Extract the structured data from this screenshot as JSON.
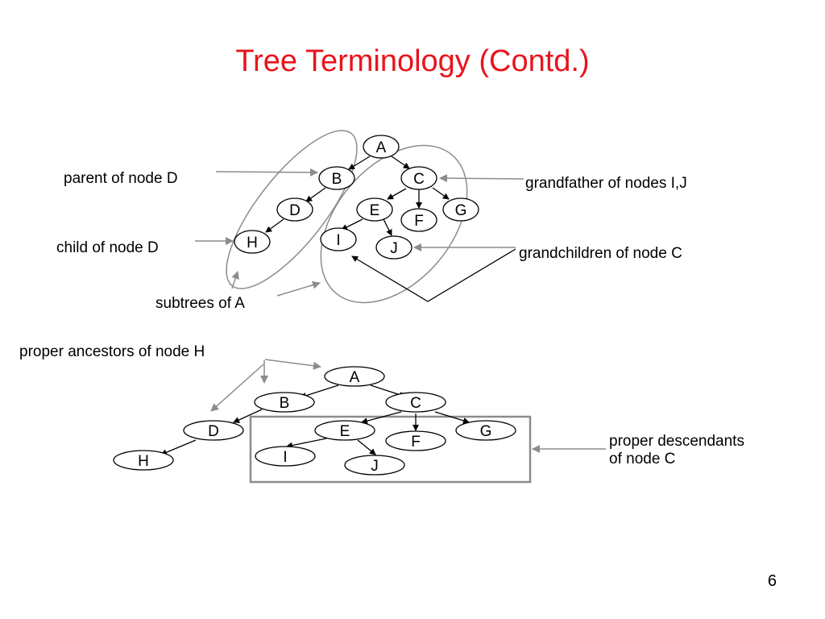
{
  "title": "Tree Terminology (Contd.)",
  "page_number": "6",
  "tree1": {
    "nodes": [
      "A",
      "B",
      "C",
      "D",
      "E",
      "F",
      "G",
      "H",
      "I",
      "J"
    ],
    "annotations": {
      "parent": "parent of node D",
      "child": "child of node D",
      "subtrees": "subtrees of A",
      "grandfather": "grandfather of nodes I,J",
      "grandchildren": "grandchildren of node C"
    }
  },
  "tree2": {
    "nodes": [
      "A",
      "B",
      "C",
      "D",
      "E",
      "F",
      "G",
      "H",
      "I",
      "J"
    ],
    "annotations": {
      "ancestors": "proper ancestors of node H",
      "descendants_line1": "proper descendants",
      "descendants_line2": "of node C"
    }
  },
  "colors": {
    "title": "#e8141c",
    "annotation_arrow": "#8c8c8c",
    "box": "#8c8c8c"
  }
}
